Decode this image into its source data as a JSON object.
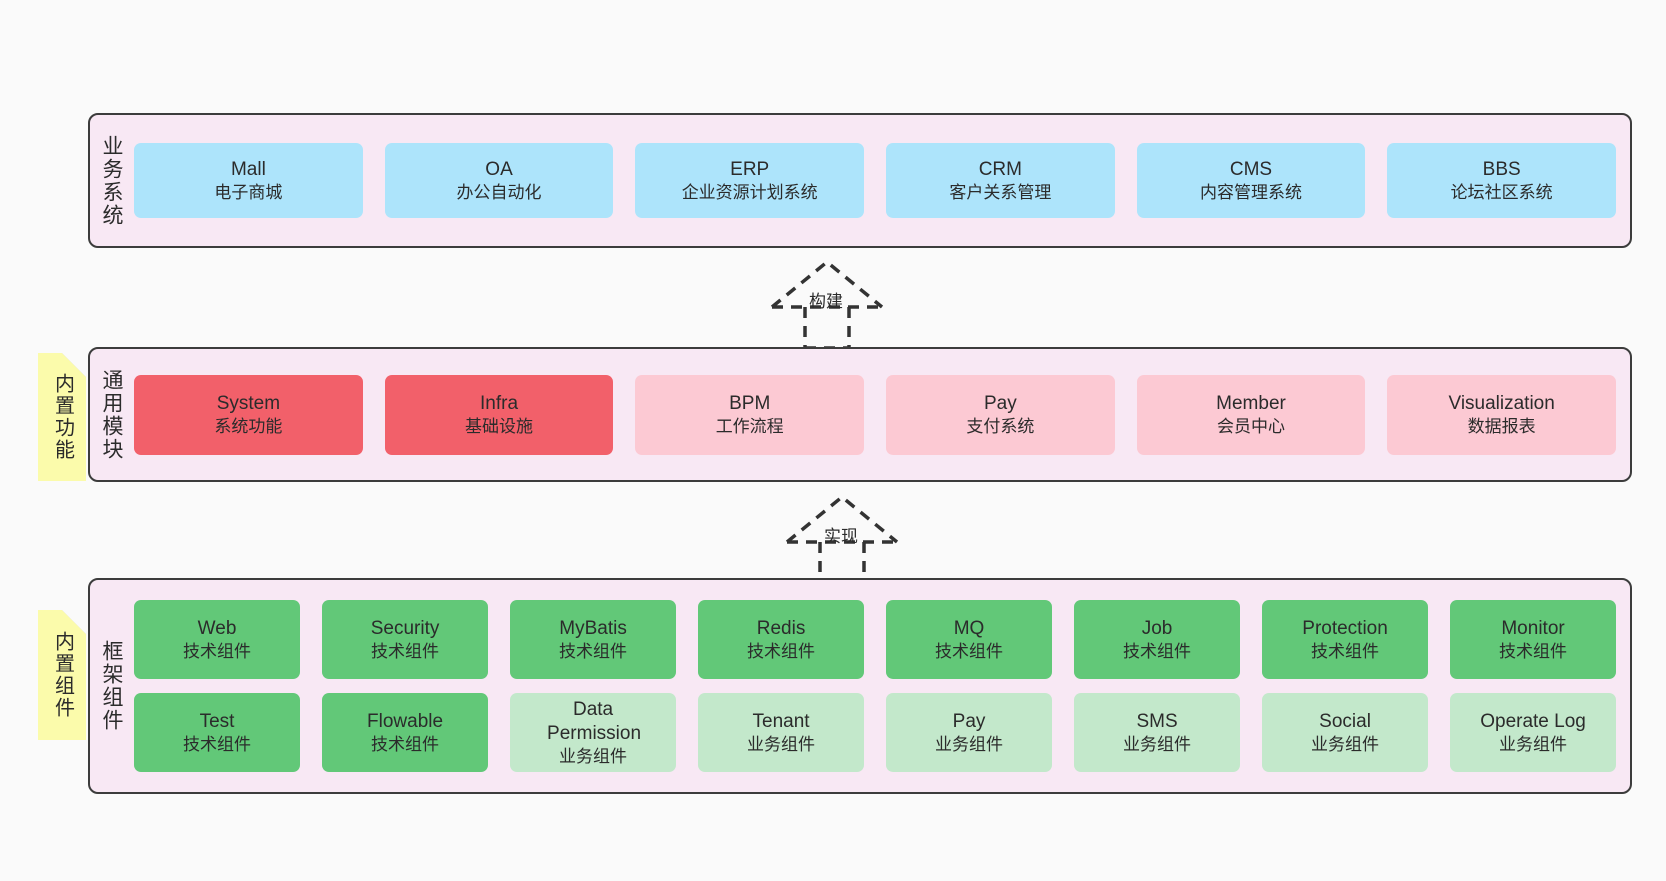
{
  "diagram": {
    "background_color": "#fafafa",
    "layer_fill": "#f8e8f4",
    "layer_border": "#3c3c3c",
    "note_fill": "#fbfbab"
  },
  "layers": [
    {
      "id": "business-system",
      "title": "业务系统",
      "nodes": [
        {
          "title": "Mall",
          "sub": "电子商城",
          "color": "#ade4fb",
          "style": "blue"
        },
        {
          "title": "OA",
          "sub": "办公自动化",
          "color": "#ade4fb",
          "style": "blue"
        },
        {
          "title": "ERP",
          "sub": "企业资源计划系统",
          "color": "#ade4fb",
          "style": "blue"
        },
        {
          "title": "CRM",
          "sub": "客户关系管理",
          "color": "#ade4fb",
          "style": "blue"
        },
        {
          "title": "CMS",
          "sub": "内容管理系统",
          "color": "#ade4fb",
          "style": "blue"
        },
        {
          "title": "BBS",
          "sub": "论坛社区系统",
          "color": "#ade4fb",
          "style": "blue"
        }
      ]
    },
    {
      "id": "common-module",
      "title": "通用模块",
      "note": "内置功能",
      "nodes": [
        {
          "title": "System",
          "sub": "系统功能",
          "color": "#f2606a",
          "style": "red"
        },
        {
          "title": "Infra",
          "sub": "基础设施",
          "color": "#f2606a",
          "style": "red"
        },
        {
          "title": "BPM",
          "sub": "工作流程",
          "color": "#fcc9d3",
          "style": "pink"
        },
        {
          "title": "Pay",
          "sub": "支付系统",
          "color": "#fcc9d3",
          "style": "pink"
        },
        {
          "title": "Member",
          "sub": "会员中心",
          "color": "#fcc9d3",
          "style": "pink"
        },
        {
          "title": "Visualization",
          "sub": "数据报表",
          "color": "#fcc9d3",
          "style": "pink"
        }
      ]
    },
    {
      "id": "framework-component",
      "title": "框架组件",
      "note": "内置组件",
      "rows": [
        [
          {
            "title": "Web",
            "sub": "技术组件",
            "color": "#62c878",
            "style": "green"
          },
          {
            "title": "Security",
            "sub": "技术组件",
            "color": "#62c878",
            "style": "green"
          },
          {
            "title": "MyBatis",
            "sub": "技术组件",
            "color": "#62c878",
            "style": "green"
          },
          {
            "title": "Redis",
            "sub": "技术组件",
            "color": "#62c878",
            "style": "green"
          },
          {
            "title": "MQ",
            "sub": "技术组件",
            "color": "#62c878",
            "style": "green"
          },
          {
            "title": "Job",
            "sub": "技术组件",
            "color": "#62c878",
            "style": "green"
          },
          {
            "title": "Protection",
            "sub": "技术组件",
            "color": "#62c878",
            "style": "green"
          },
          {
            "title": "Monitor",
            "sub": "技术组件",
            "color": "#62c878",
            "style": "green"
          }
        ],
        [
          {
            "title": "Test",
            "sub": "技术组件",
            "color": "#62c878",
            "style": "green"
          },
          {
            "title": "Flowable",
            "sub": "技术组件",
            "color": "#62c878",
            "style": "green"
          },
          {
            "title": "Data Permission",
            "sub": "业务组件",
            "color": "#c3e8cb",
            "style": "mint"
          },
          {
            "title": "Tenant",
            "sub": "业务组件",
            "color": "#c3e8cb",
            "style": "mint"
          },
          {
            "title": "Pay",
            "sub": "业务组件",
            "color": "#c3e8cb",
            "style": "mint"
          },
          {
            "title": "SMS",
            "sub": "业务组件",
            "color": "#c3e8cb",
            "style": "mint"
          },
          {
            "title": "Social",
            "sub": "业务组件",
            "color": "#c3e8cb",
            "style": "mint"
          },
          {
            "title": "Operate Log",
            "sub": "业务组件",
            "color": "#c3e8cb",
            "style": "mint"
          }
        ]
      ]
    }
  ],
  "connectors": [
    {
      "id": "build",
      "label": "构建",
      "from": "common-module",
      "to": "business-system",
      "style": "dashed-generalization"
    },
    {
      "id": "implement",
      "label": "实现",
      "from": "framework-component",
      "to": "common-module",
      "style": "dashed-generalization"
    }
  ]
}
